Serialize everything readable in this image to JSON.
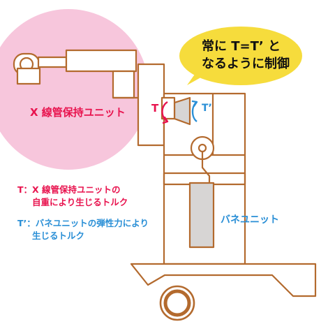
{
  "callout": {
    "line1": "常に T=T’ と",
    "line2": "なるように制御"
  },
  "labels": {
    "x_tube_unit": "X 線管保持ユニット",
    "spring_unit": "バネユニット",
    "t_marker": "T",
    "t_prime_marker": "T’"
  },
  "legend": {
    "t_line1": "T：X 線管保持ユニットの",
    "t_line2": "自重により生じるトルク",
    "tp_line1": "T’：バネユニットの弾性力により",
    "tp_line2": "生じるトルク"
  },
  "colors": {
    "outline": "#b36a2e",
    "pink_circle": "#f7c6dc",
    "blue_circle": "#cfe7f7",
    "callout_yellow": "#f6dc3c",
    "gray_part": "#d7d5d4",
    "red_text": "#e8134e",
    "blue_text": "#2a8fd6"
  }
}
